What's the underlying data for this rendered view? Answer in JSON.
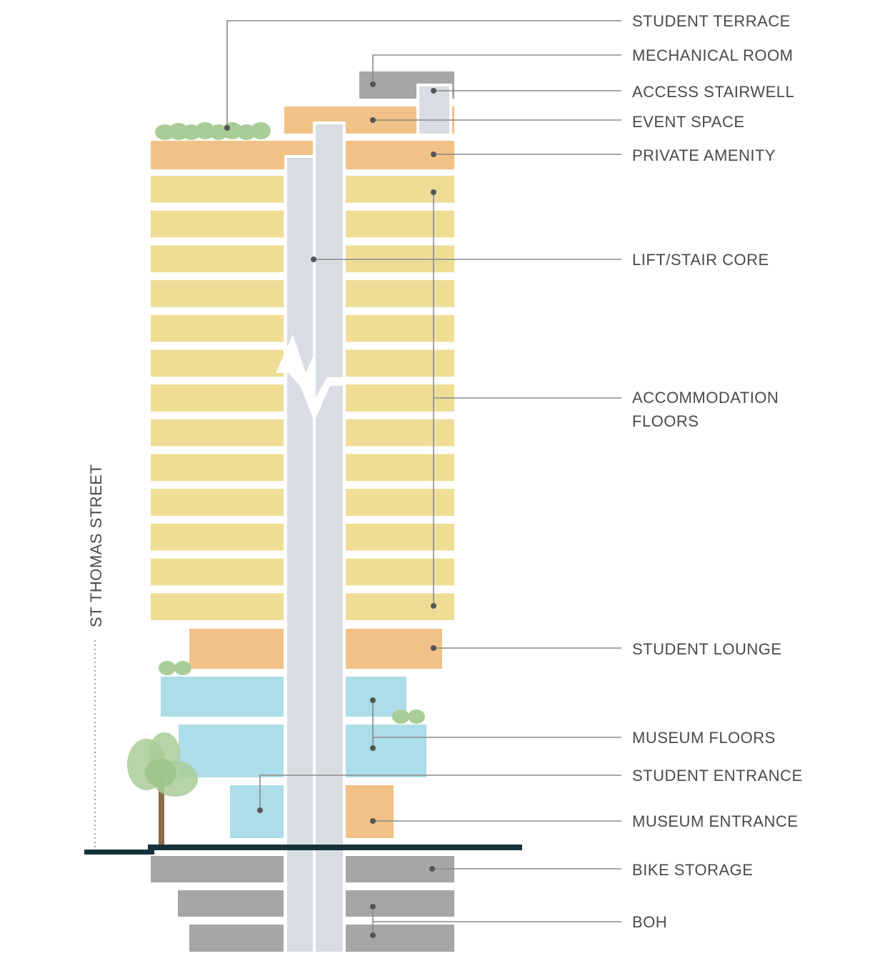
{
  "street_label": "ST THOMAS STREET",
  "labels": {
    "student_terrace": "STUDENT TERRACE",
    "mechanical_room": "MECHANICAL ROOM",
    "access_stairwell": "ACCESS STAIRWELL",
    "event_space": "EVENT SPACE",
    "private_amenity": "PRIVATE AMENITY",
    "lift_stair_core": "LIFT/STAIR CORE",
    "accommodation_line1": "ACCOMMODATION",
    "accommodation_line2": "FLOORS",
    "student_lounge": "STUDENT LOUNGE",
    "museum_floors": "MUSEUM FLOORS",
    "student_entrance": "STUDENT ENTRANCE",
    "museum_entrance": "MUSEUM ENTRANCE",
    "bike_storage": "BIKE STORAGE",
    "boh": "BOH"
  },
  "colors": {
    "accommodation": "#efdd96",
    "amenity": "#f0c287",
    "museum": "#addde8",
    "core": "#d8dde4",
    "service": "#a6a6a6",
    "greenery": "#a9cd96",
    "ground_line": "#17323a",
    "tree_trunk": "#8b6a4c"
  },
  "accommodation_floor_count": 13
}
